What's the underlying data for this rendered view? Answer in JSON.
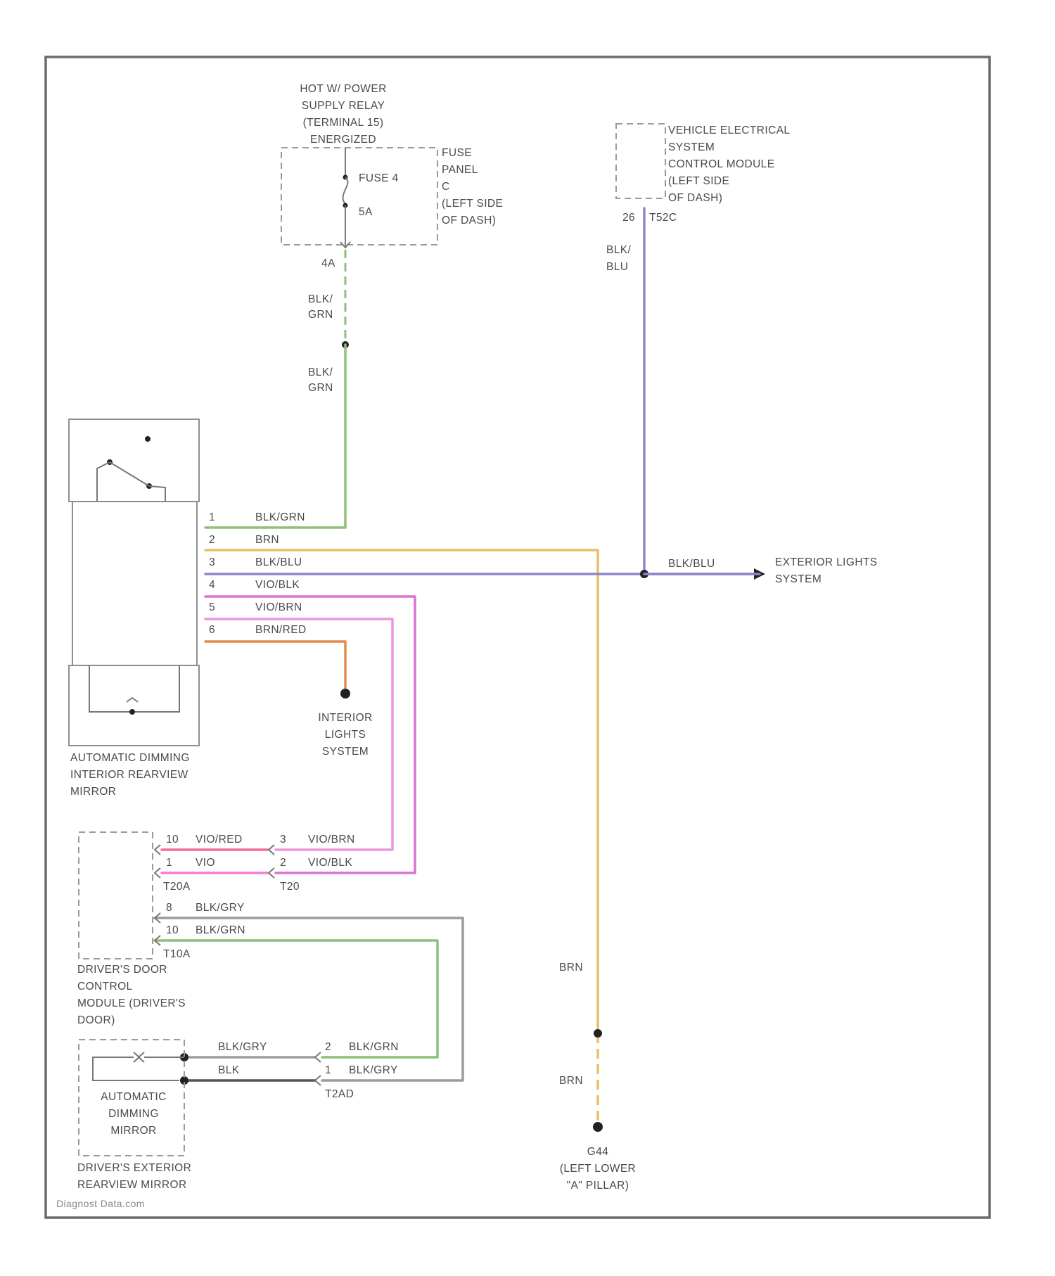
{
  "diagram": {
    "watermark": "Diagnost Data.com",
    "colors": {
      "blk_grn": "#8fc07a",
      "brn": "#e4c16a",
      "blk_blu": "#8d86c8",
      "vio_blk": "#d873d3",
      "vio_brn": "#ee96dc",
      "brn_red": "#e88a4c",
      "vio_red": "#f06a9e",
      "vio": "#f27ad6",
      "blk_gry": "#9c9c9c",
      "blk": "#555555"
    },
    "top_power": {
      "source_lines": [
        "HOT W/ POWER",
        "SUPPLY RELAY",
        "(TERMINAL 15)",
        "ENERGIZED"
      ],
      "fuse_label": "FUSE 4",
      "fuse_rating": "5A",
      "panel_lines": [
        "FUSE",
        "PANEL",
        "C",
        "(LEFT SIDE",
        "OF DASH)"
      ],
      "pin_label": "4A",
      "wire_upper": [
        "BLK/",
        "GRN"
      ],
      "wire_lower": [
        "BLK/",
        "GRN"
      ]
    },
    "vescm": {
      "lines": [
        "VEHICLE ELECTRICAL",
        "SYSTEM",
        "CONTROL MODULE",
        "(LEFT SIDE",
        "OF DASH)"
      ],
      "pin": "26",
      "connector": "T52C",
      "wire": [
        "BLK/",
        "BLU"
      ]
    },
    "mirror": {
      "label_lines": [
        "AUTOMATIC DIMMING",
        "INTERIOR REARVIEW",
        "MIRROR"
      ],
      "pins": [
        {
          "num": "1",
          "wire": "BLK/GRN"
        },
        {
          "num": "2",
          "wire": "BRN"
        },
        {
          "num": "3",
          "wire": "BLK/BLU"
        },
        {
          "num": "4",
          "wire": "VIO/BLK"
        },
        {
          "num": "5",
          "wire": "VIO/BRN"
        },
        {
          "num": "6",
          "wire": "BRN/RED"
        }
      ]
    },
    "exterior_lights": {
      "wire": "BLK/BLU",
      "lines": [
        "EXTERIOR LIGHTS",
        "SYSTEM"
      ]
    },
    "interior_lights": {
      "lines": [
        "INTERIOR",
        "LIGHTS",
        "SYSTEM"
      ]
    },
    "door_module": {
      "label_lines": [
        "DRIVER'S DOOR",
        "CONTROL",
        "MODULE (DRIVER'S",
        "DOOR)"
      ],
      "left_pins": [
        {
          "num": "10",
          "wire": "VIO/RED"
        },
        {
          "num": "1",
          "wire": "VIO"
        }
      ],
      "left_connector": "T20A",
      "right_pins": [
        {
          "num": "3",
          "wire": "VIO/BRN"
        },
        {
          "num": "2",
          "wire": "VIO/BLK"
        }
      ],
      "right_connector": "T20",
      "lower_pins": [
        {
          "num": "8",
          "wire": "BLK/GRY"
        },
        {
          "num": "10",
          "wire": "BLK/GRN"
        }
      ],
      "lower_connector": "T10A"
    },
    "ext_mirror": {
      "inner_lines": [
        "AUTOMATIC",
        "DIMMING",
        "MIRROR"
      ],
      "label_lines": [
        "DRIVER'S EXTERIOR",
        "REARVIEW MIRROR"
      ],
      "left_wires": [
        "BLK/GRY",
        "BLK"
      ],
      "pins": [
        {
          "num": "2",
          "wire": "BLK/GRN"
        },
        {
          "num": "1",
          "wire": "BLK/GRY"
        }
      ],
      "connector": "T2AD"
    },
    "ground": {
      "wire_upper": "BRN",
      "wire_lower": "BRN",
      "lines": [
        "G44",
        "(LEFT LOWER",
        "\"A\" PILLAR)"
      ]
    }
  }
}
